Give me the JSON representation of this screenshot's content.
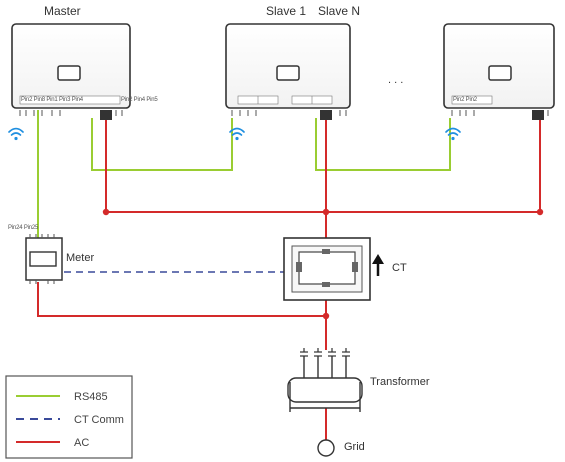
{
  "labels": {
    "master": "Master",
    "slave1": "Slave 1",
    "slaveN": "Slave N",
    "ellipsis": ". . .",
    "meter": "Meter",
    "meter_ports": "Pin24  Pin25",
    "ct": "CT",
    "transformer": "Transformer",
    "grid": "Grid",
    "master_ports": "Pin2  Pin8  Pin1  Pin3  Pin4",
    "master_ports_extra": "Pin2  Pin4  Pin5",
    "slaveN_ports": "Pin2  Pin2"
  },
  "legend": {
    "items": [
      {
        "label": "RS485",
        "color": "#9acd32",
        "style": "solid"
      },
      {
        "label": "CT Comm",
        "color": "#3a4a9a",
        "style": "dashed"
      },
      {
        "label": "AC",
        "color": "#d42a2a",
        "style": "solid"
      }
    ]
  },
  "colors": {
    "rs485": "#9acd32",
    "ct_comm": "#3a4a9a",
    "ac": "#d42a2a",
    "wifi": "#1f8fe0",
    "device": "#333333"
  }
}
